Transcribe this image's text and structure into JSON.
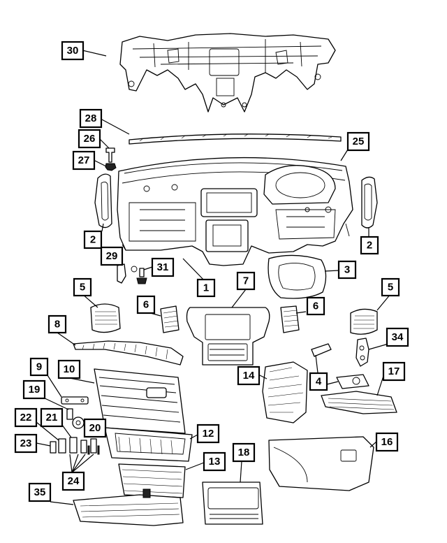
{
  "diagram": {
    "callouts": [
      {
        "id": "c30",
        "label": "30"
      },
      {
        "id": "c28",
        "label": "28"
      },
      {
        "id": "c26",
        "label": "26"
      },
      {
        "id": "c27",
        "label": "27"
      },
      {
        "id": "c25",
        "label": "25"
      },
      {
        "id": "c2a",
        "label": "2"
      },
      {
        "id": "c2b",
        "label": "2"
      },
      {
        "id": "c29",
        "label": "29"
      },
      {
        "id": "c31",
        "label": "31"
      },
      {
        "id": "c1",
        "label": "1"
      },
      {
        "id": "c3",
        "label": "3"
      },
      {
        "id": "c5a",
        "label": "5"
      },
      {
        "id": "c6a",
        "label": "6"
      },
      {
        "id": "c7",
        "label": "7"
      },
      {
        "id": "c6b",
        "label": "6"
      },
      {
        "id": "c5b",
        "label": "5"
      },
      {
        "id": "c8",
        "label": "8"
      },
      {
        "id": "c34",
        "label": "34"
      },
      {
        "id": "c9",
        "label": "9"
      },
      {
        "id": "c10",
        "label": "10"
      },
      {
        "id": "c14",
        "label": "14"
      },
      {
        "id": "c4",
        "label": "4"
      },
      {
        "id": "c17",
        "label": "17"
      },
      {
        "id": "c19",
        "label": "19"
      },
      {
        "id": "c22",
        "label": "22"
      },
      {
        "id": "c21",
        "label": "21"
      },
      {
        "id": "c20",
        "label": "20"
      },
      {
        "id": "c12",
        "label": "12"
      },
      {
        "id": "c23",
        "label": "23"
      },
      {
        "id": "c16",
        "label": "16"
      },
      {
        "id": "c24",
        "label": "24"
      },
      {
        "id": "c18",
        "label": "18"
      },
      {
        "id": "c13",
        "label": "13"
      },
      {
        "id": "c35",
        "label": "35"
      }
    ]
  }
}
